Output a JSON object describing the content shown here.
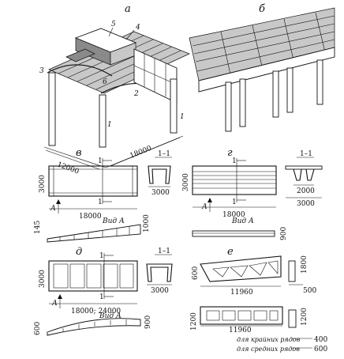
{
  "panels": {
    "a": "а",
    "b": "б",
    "v": "в",
    "g": "г",
    "d": "д",
    "e": "е"
  },
  "panel_a": {
    "callouts": [
      "1",
      "2",
      "3",
      "4",
      "5",
      "6",
      "1"
    ],
    "dim_span": "12000",
    "dim_length": "18000"
  },
  "panel_v": {
    "section_mark": "1",
    "section_mark_b": "1",
    "section_title": "1–1",
    "view_arrow": "А",
    "dim_height": "3000",
    "dim_length": "18000",
    "section_width": "3000",
    "view_title": "Вид А",
    "side_height_left": "145",
    "side_height_right": "1000"
  },
  "panel_g": {
    "section_mark": "1",
    "section_mark_b": "1",
    "section_title": "1–1",
    "view_arrow": "А",
    "dim_height": "3000",
    "dim_length": "18000",
    "section_inner": "2000",
    "section_outer": "3000",
    "view_title": "Вид А",
    "side_height": "900"
  },
  "panel_d": {
    "section_mark": "1",
    "section_mark_b": "1",
    "section_title": "1–1",
    "view_arrow": "А",
    "dim_height": "3000",
    "dim_length": "18000; 24000",
    "section_width": "3000",
    "view_title": "Вид А",
    "side_height_left": "600",
    "side_height_right": "900"
  },
  "panel_e": {
    "truss_height": "600",
    "truss_length": "11960",
    "truss_right_height": "1800",
    "truss_right_width": "500",
    "beam_height_left": "1200",
    "beam_length": "11960",
    "beam_height_right": "1200",
    "note_edge": "для крайних рядов",
    "note_edge_value": "400",
    "note_middle": "для средних рядов",
    "note_middle_value": "600"
  }
}
